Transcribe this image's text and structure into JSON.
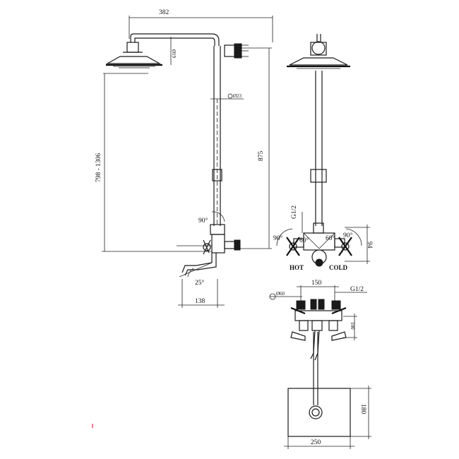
{
  "dimensions": {
    "arm_length": "382",
    "arm_pipe_diameter": "Ø19",
    "riser_diameter": "Ø23",
    "riser_length": "875",
    "head_height_range": "798 - 1306",
    "spout_angle": "25°",
    "spout_length": "138",
    "handle_angle_side": "90°",
    "inlet_thread_front": "G1/2",
    "handle_angle_left": "90°",
    "handle_angle_right": "90°",
    "rotation_left": "60°",
    "rotation_right": "60°",
    "mixer_height": "94",
    "inlet_spacing": "150",
    "inlet_thread_top": "G1/2",
    "flange_diameter": "Ø60",
    "eccentric_offset": "100",
    "plate_width": "250",
    "plate_height": "180"
  },
  "labels": {
    "hot": "HOT",
    "cold": "COLD"
  }
}
